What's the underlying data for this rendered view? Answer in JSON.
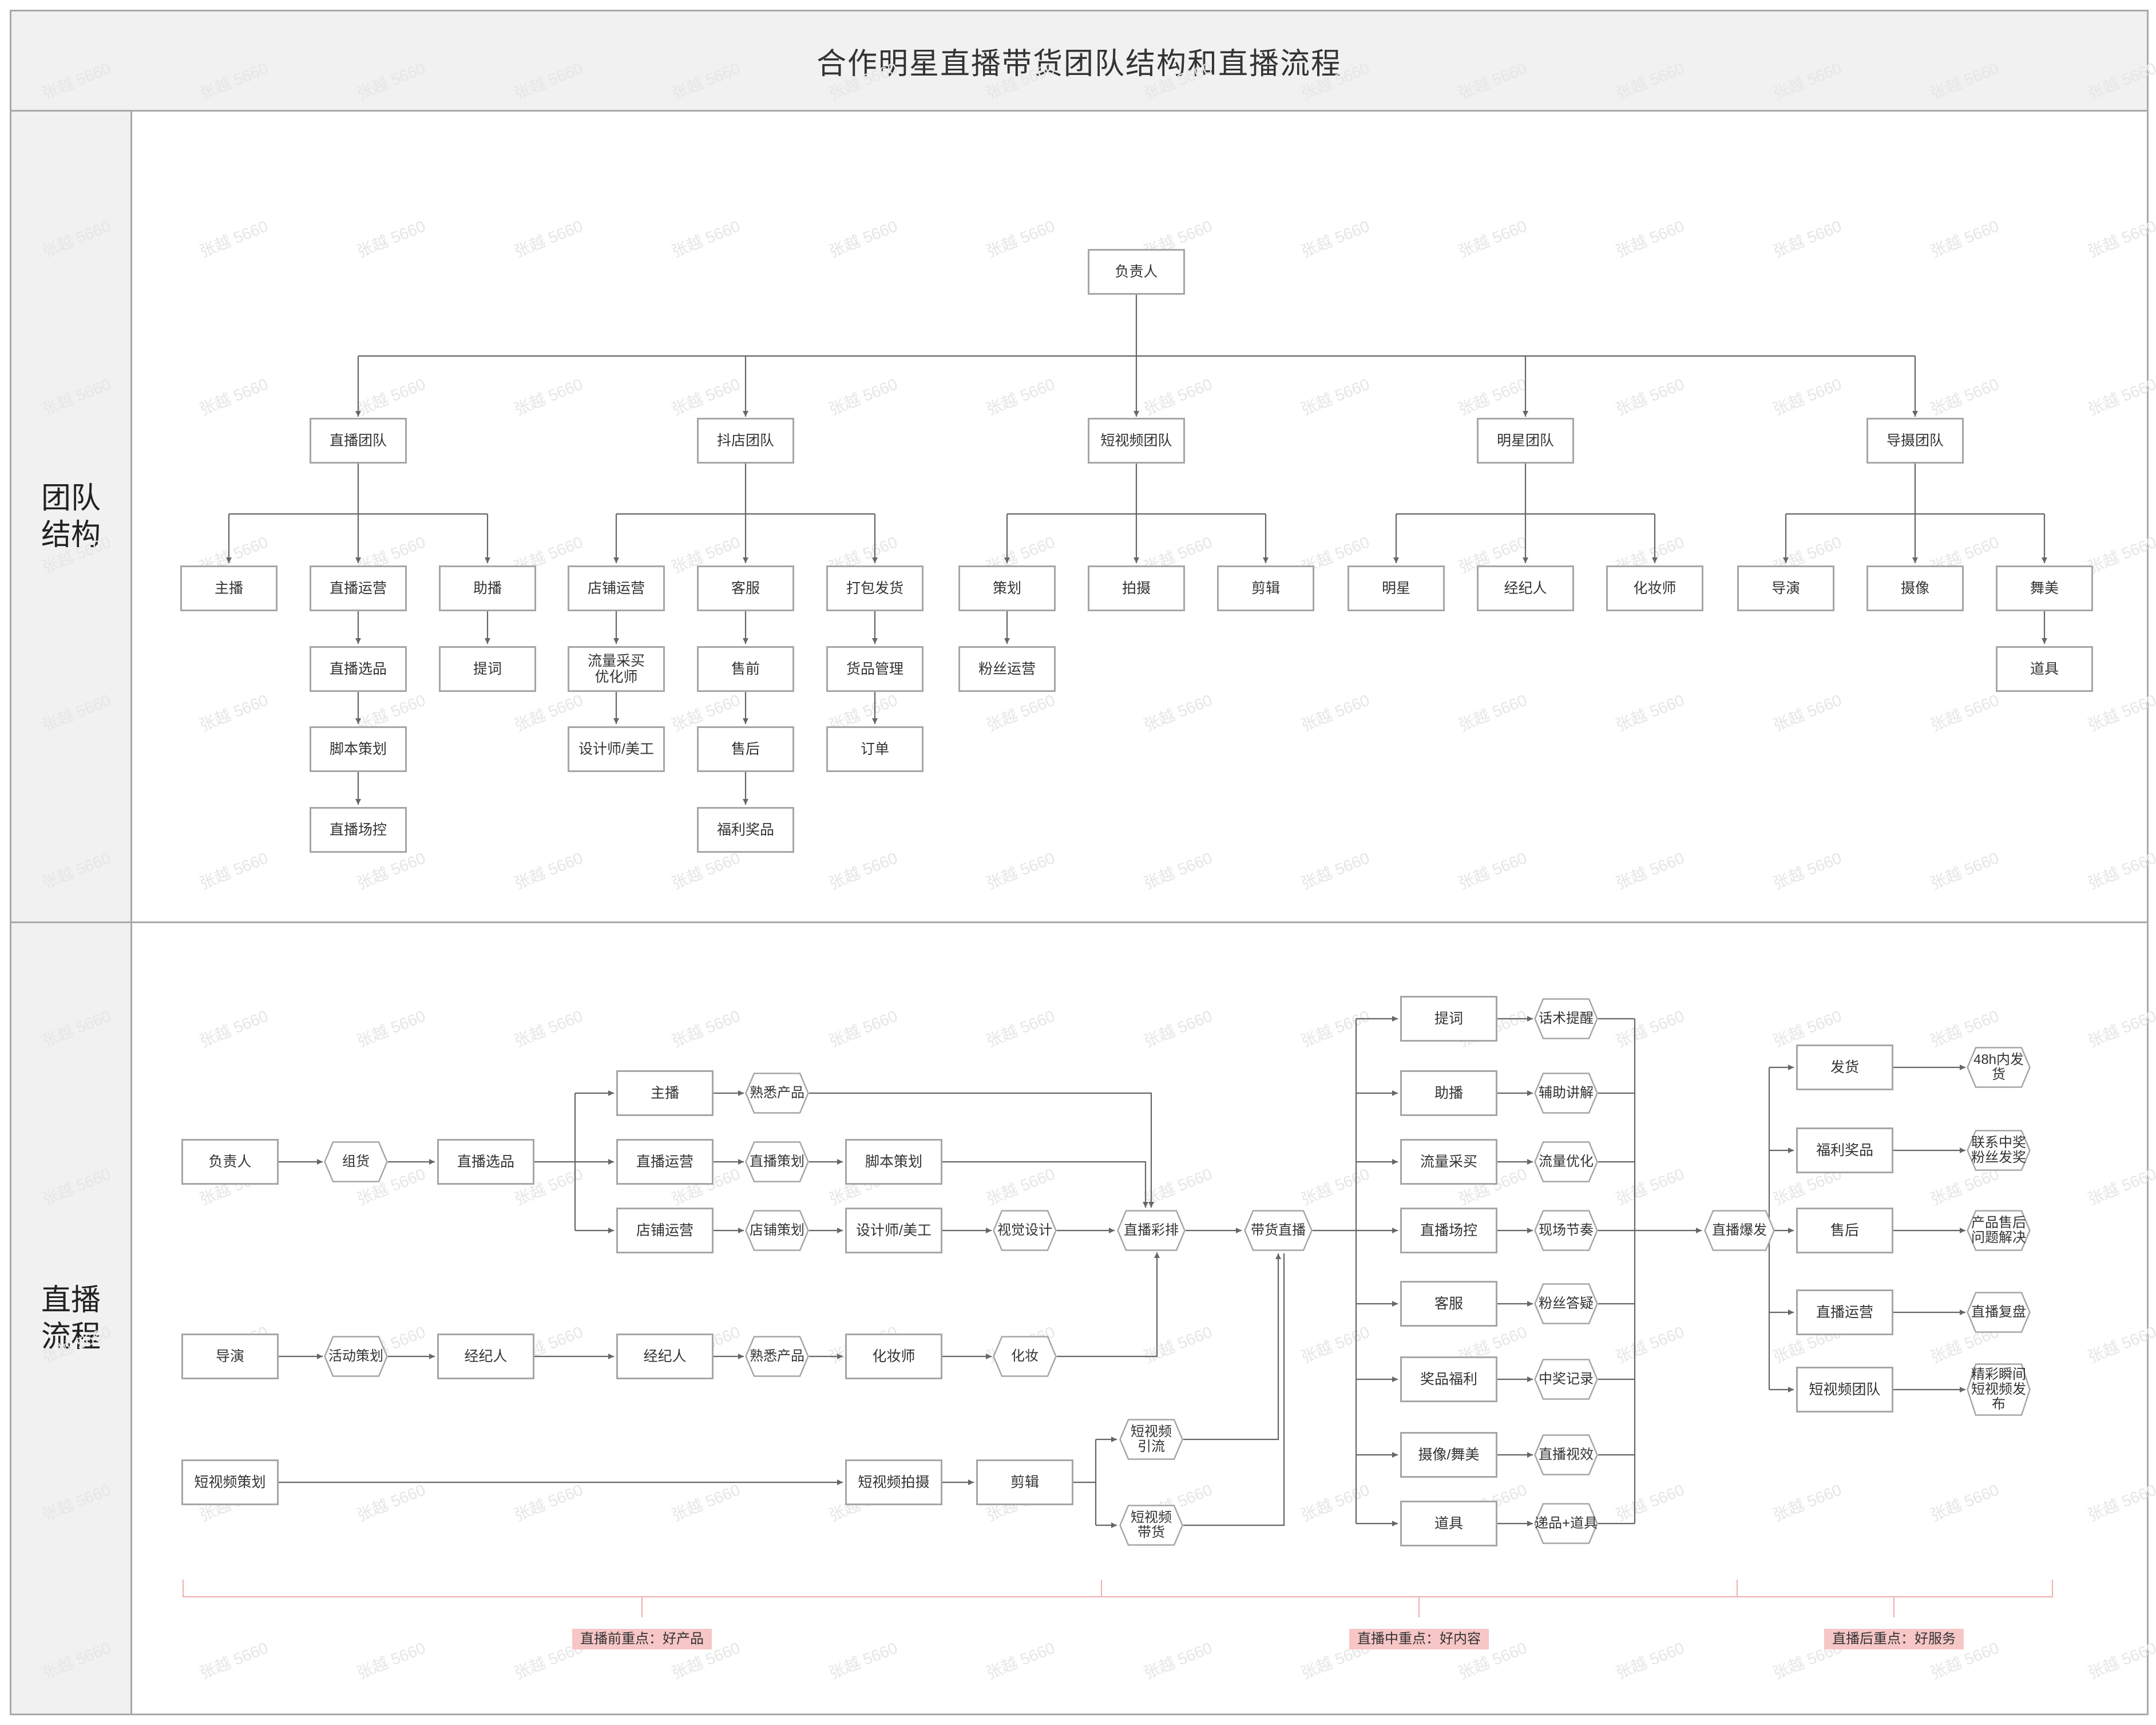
{
  "diagram": {
    "title": "合作明星直播带货团队结构和直播流程",
    "lanes": [
      {
        "label": "团队\n结构"
      },
      {
        "label": "直播\n流程"
      }
    ],
    "watermark": "张越 5660"
  },
  "team_structure": {
    "root": "负责人",
    "teams": [
      {
        "name": "直播团队",
        "columns": [
          [
            "主播"
          ],
          [
            "直播运营",
            "直播选品",
            "脚本策划",
            "直播场控"
          ],
          [
            "助播",
            "提词"
          ]
        ]
      },
      {
        "name": "抖店团队",
        "columns": [
          [
            "店铺运营",
            "流量采买\n优化师",
            "设计师/美工"
          ],
          [
            "客服",
            "售前",
            "售后",
            "福利奖品"
          ],
          [
            "打包发货",
            "货品管理",
            "订单"
          ]
        ]
      },
      {
        "name": "短视频团队",
        "columns": [
          [
            "策划",
            "粉丝运营"
          ],
          [
            "拍摄"
          ],
          [
            "剪辑"
          ]
        ]
      },
      {
        "name": "明星团队",
        "columns": [
          [
            "明星"
          ],
          [
            "经纪人"
          ],
          [
            "化妆师"
          ]
        ]
      },
      {
        "name": "导摄团队",
        "columns": [
          [
            "导演"
          ],
          [
            "摄像"
          ],
          [
            "舞美",
            "道具"
          ]
        ]
      }
    ]
  },
  "live_flow": {
    "boxes": {
      "fzr": "负责人",
      "xp": "直播选品",
      "zb": "主播",
      "yy": "直播运营",
      "jb": "脚本策划",
      "dp": "店铺运营",
      "sj": "设计师/美工",
      "dy": "导演",
      "jj1": "经纪人",
      "jj2": "经纪人",
      "hzs": "化妆师",
      "dsp": "短视频策划",
      "psh": "短视频拍摄",
      "jji": "剪辑",
      "tc": "提词",
      "zhub": "助播",
      "llcm": "流量采买",
      "zbck": "直播场控",
      "kf": "客服",
      "jpfl": "奖品福利",
      "sxwm": "摄像/舞美",
      "dj": "道具",
      "fh": "发货",
      "fljp": "福利奖品",
      "sh": "售后",
      "zbyy": "直播运营",
      "dsptd": "短视频团队"
    },
    "hexes": {
      "zh": "组货",
      "sxcp1": "熟悉产品",
      "zbch": "直播策划",
      "dpch": "店铺策划",
      "sjsj": "视觉设计",
      "zbcp": "直播彩排",
      "dhzb": "带货直播",
      "hdch": "活动策划",
      "sxcp2": "熟悉产品",
      "hz": "化妆",
      "dspyl": "短视频\n引流",
      "dspdh": "短视频\n带货",
      "hstx": "话术提醒",
      "fzjj": "辅助讲解",
      "llyh": "流量优化",
      "xcjz": "现场节奏",
      "fsdy": "粉丝答疑",
      "zjjl": "中奖记录",
      "zbsx": "直播视效",
      "dpdj": "递品+道具",
      "zbbf": "直播爆发",
      "fh48": "48h内发货",
      "lxzj": "联系中奖\n粉丝发奖",
      "cpsh": "产品售后\n问题解决",
      "zbfp": "直播复盘",
      "jcsj": "精彩瞬间\n短视频发\n布"
    },
    "phases": [
      {
        "label": "直播前重点：好产品"
      },
      {
        "label": "直播中重点：好内容"
      },
      {
        "label": "直播后重点：好服务"
      }
    ]
  },
  "colors": {
    "border": "#a6a6a6",
    "band": "#f1f1f1",
    "line": "#555555",
    "phase_line": "#f2b6b6",
    "tag_bg": "#f7c6c6"
  }
}
